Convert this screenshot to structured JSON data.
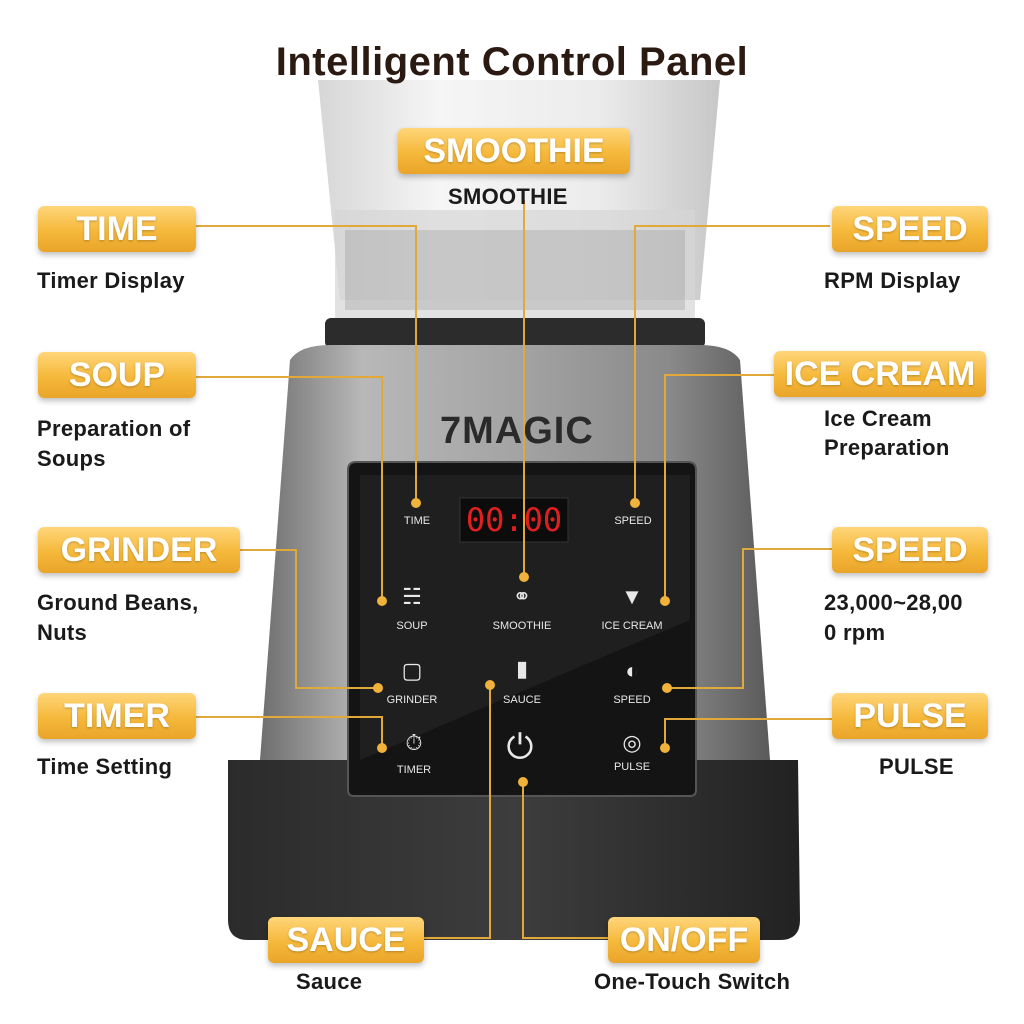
{
  "title": "Intelligent Control Panel",
  "brand": "7MAGIC",
  "display": "00:00",
  "badges": {
    "smoothie": "SMOOTHIE",
    "time": "TIME",
    "speed_top": "SPEED",
    "soup": "SOUP",
    "ice_cream": "ICE CREAM",
    "grinder": "GRINDER",
    "speed_mid": "SPEED",
    "timer": "TIMER",
    "pulse": "PULSE",
    "sauce": "SAUCE",
    "onoff": "ON/OFF"
  },
  "descriptions": {
    "smoothie": "SMOOTHIE",
    "time": "Timer Display",
    "speed_top": "RPM Display",
    "soup": [
      "Preparation of",
      "Soups"
    ],
    "ice_cream": [
      "Ice Cream",
      "Preparation"
    ],
    "grinder": [
      "Ground Beans,",
      "Nuts"
    ],
    "speed_mid": [
      "23,000~28,00",
      "0 rpm"
    ],
    "timer": "Time Setting",
    "pulse": "PULSE",
    "sauce": "Sauce",
    "onoff": "One-Touch Switch"
  },
  "panel_labels": {
    "time": "TIME",
    "speed_top": "SPEED",
    "soup": "SOUP",
    "smoothie": "SMOOTHIE",
    "ice_cream": "ICE CREAM",
    "grinder": "GRINDER",
    "sauce": "SAUCE",
    "speed": "SPEED",
    "timer": "TIMER",
    "pulse": "PULSE"
  },
  "colors": {
    "accent": "#f5b83a",
    "display_digits": "#e02020",
    "panel": "#1a1a1a"
  }
}
